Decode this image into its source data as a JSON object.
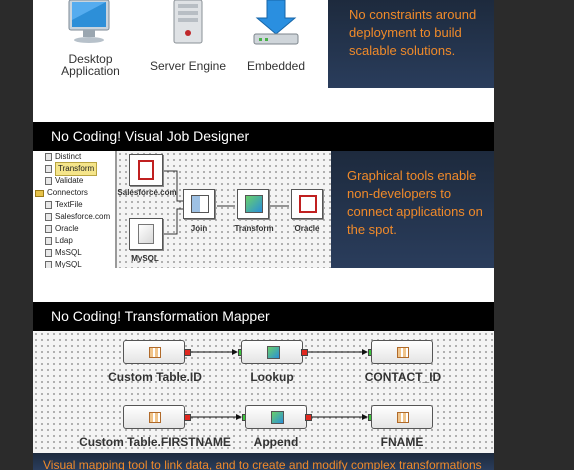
{
  "top": {
    "icons": [
      {
        "label_l1": "Desktop",
        "label_l2": "Application",
        "icon": "desktop-monitor-icon"
      },
      {
        "label": "Server Engine",
        "icon": "server-tower-icon"
      },
      {
        "label": "Embedded",
        "icon": "download-arrow-icon"
      }
    ],
    "blurb": "No constraints around deployment to build scalable solutions."
  },
  "job_designer": {
    "title": "No Coding! Visual Job Designer",
    "tree": {
      "items": [
        "Distinct",
        "Transform",
        "Validate"
      ],
      "selected": "Transform",
      "section": "Connectors",
      "connectors": [
        "TextFile",
        "Salesforce.com",
        "Oracle",
        "Ldap",
        "MsSQL",
        "MySQL"
      ]
    },
    "nodes": [
      "Salesforce.com",
      "MySQL",
      "Join",
      "Transform",
      "Oracle"
    ],
    "blurb": "Graphical tools enable non-developers to connect applications on the spot."
  },
  "mapper": {
    "title": "No Coding! Transformation Mapper",
    "row1": [
      "Custom Table.ID",
      "Lookup",
      "CONTACT_ID"
    ],
    "row2": [
      "Custom Table.FIRSTNAME",
      "Append",
      "FNAME"
    ],
    "footer": "Visual mapping tool to link data, and to create and modify complex transformations"
  },
  "colors": {
    "accent": "#f08a2a",
    "panel": "#1d2a3d",
    "bar": "#000000",
    "port_out": "#e0281f",
    "port_in": "#3cc43c"
  }
}
